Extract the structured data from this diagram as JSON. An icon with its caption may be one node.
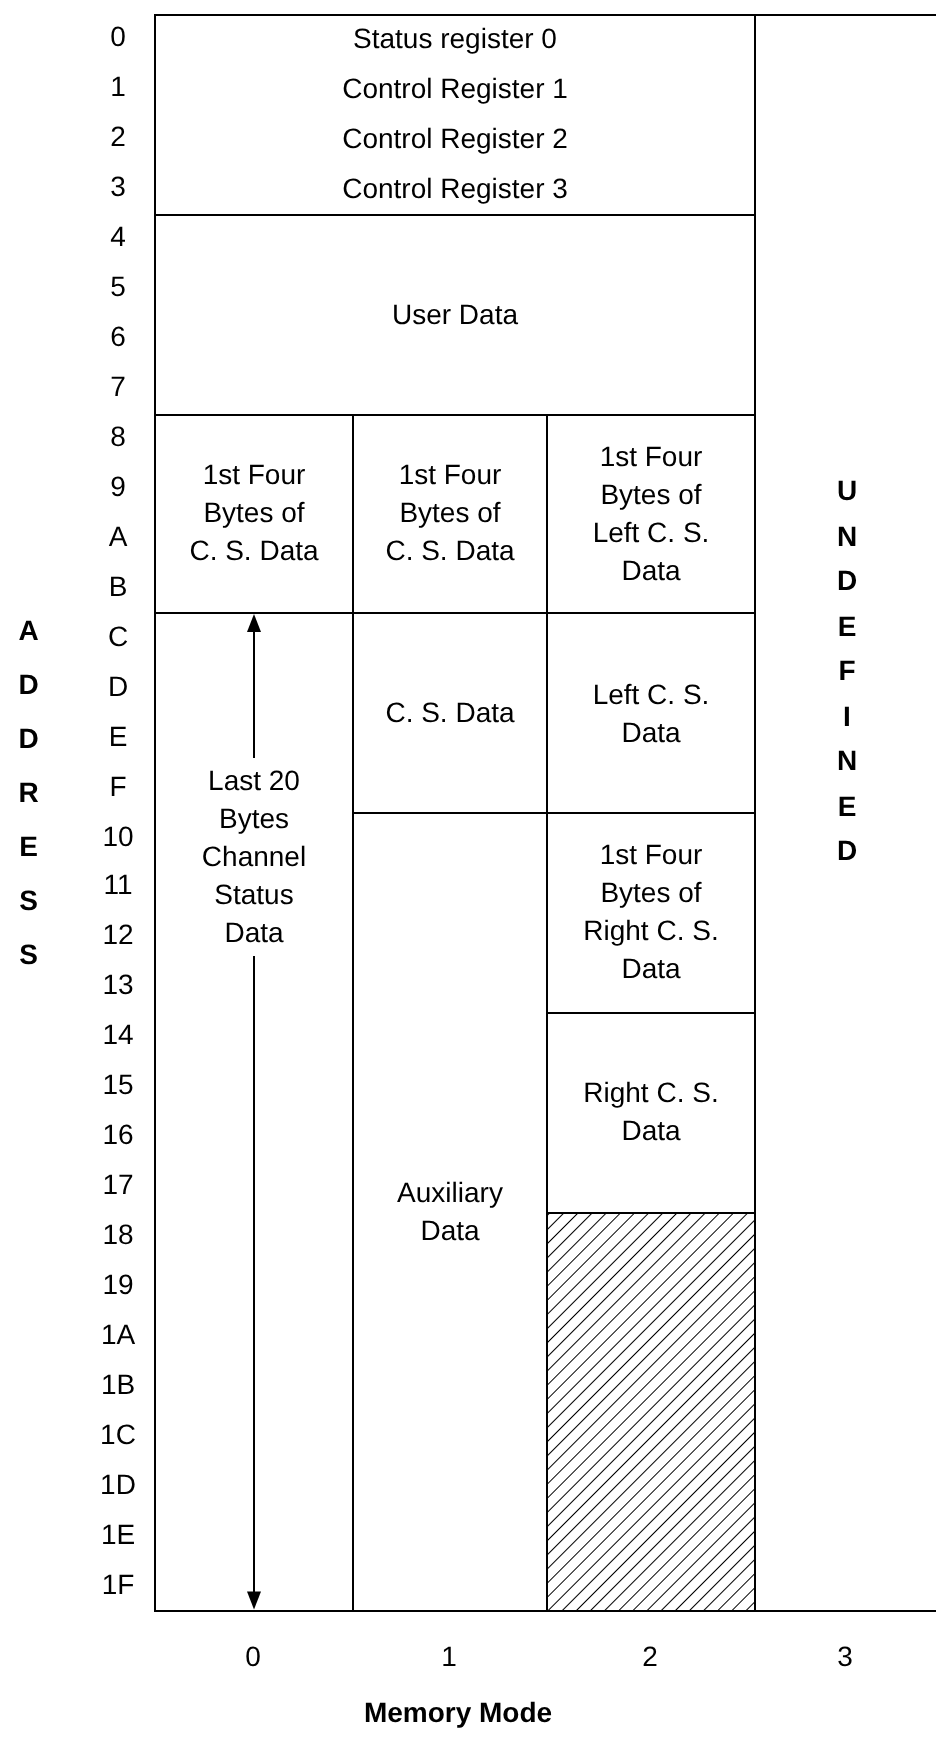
{
  "diagram": {
    "nodes": [
      {
        "text": [
          "Status register 0",
          "Control Register 1",
          "Control Register 2",
          "Control Register 3"
        ]
      },
      {
        "text": [
          "User Data"
        ]
      },
      {
        "text": [
          "1st Four Bytes of C. S. Data"
        ]
      },
      {
        "text": [
          "1st Four Bytes of C. S. Data"
        ]
      },
      {
        "text": [
          "1st Four Bytes of Left C. S. Data"
        ]
      },
      {
        "text": [
          "UNDEFINED"
        ]
      },
      {
        "text": [
          "Last 20 Bytes Channel Status Data"
        ]
      },
      {
        "text": [
          "C. S. Data"
        ]
      },
      {
        "text": [
          "Left C. S. Data"
        ]
      },
      {
        "text": [
          "Auxiliary Data"
        ]
      },
      {
        "text": [
          "1st Four Bytes of Right C. S. Data"
        ]
      },
      {
        "text": [
          "Right C. S. Data"
        ]
      },
      {
        "text": [],
        "shape": "box"
      }
    ],
    "labels": [
      "0",
      "1",
      "2",
      "3",
      "4",
      "5",
      "6",
      "7",
      "8",
      "9",
      "A",
      "B",
      "C",
      "D",
      "E",
      "F",
      "10",
      "11",
      "12",
      "13",
      "14",
      "15",
      "16",
      "17",
      "18",
      "19",
      "1A",
      "1B",
      "1C",
      "1D",
      "1E",
      "1F",
      "ADDRESS",
      "0",
      "1",
      "2",
      "3",
      "Memory Mode"
    ]
  }
}
